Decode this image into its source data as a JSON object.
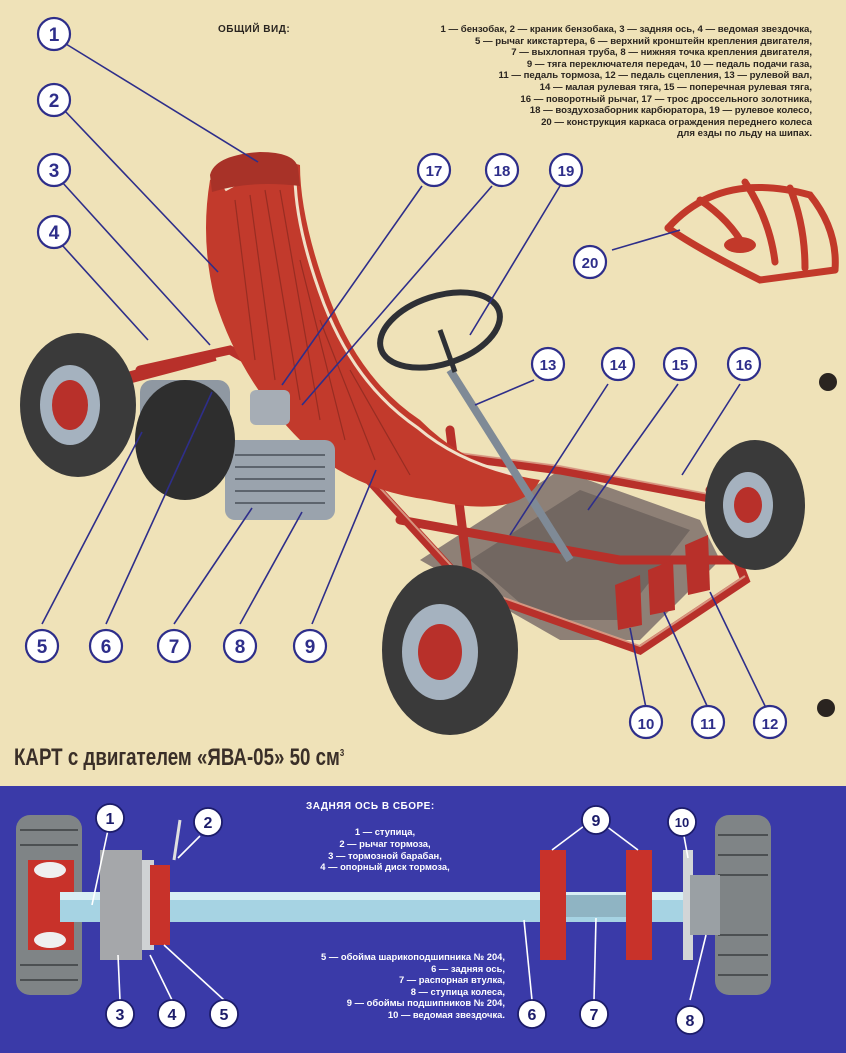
{
  "header": {
    "title": "ОБЩИЙ ВИД:",
    "legend_lines": [
      "1 — бензобак, 2 — краник бензобака, 3 — задняя ось, 4 — ведомая звездочка,",
      "5 — рычаг кикстартера, 6 — верхний кронштейн крепления двигателя,",
      "7 — выхлопная труба, 8 — нижняя точка крепления двигателя,",
      "9 — тяга переключателя передач, 10 — педаль подачи газа,",
      "11 — педаль тормоза, 12 — педаль сцепления, 13 — рулевой вал,",
      "14 — малая рулевая тяга, 15 — поперечная рулевая тяга,",
      "16 — поворотный рычаг, 17 — трос дроссельного золотника,",
      "18 — воздухозаборник карбюратора, 19 — рулевое колесо,",
      "20 — конструкция каркаса ограждения переднего колеса",
      "для езды по льду на шипах."
    ]
  },
  "kart_callouts": [
    "1",
    "2",
    "3",
    "4",
    "5",
    "6",
    "7",
    "8",
    "9",
    "10",
    "11",
    "12",
    "13",
    "14",
    "15",
    "16",
    "17",
    "18",
    "19",
    "20"
  ],
  "caption": {
    "text": "КАРТ с двигателем «ЯВА-05» 50 см",
    "superscript": "3"
  },
  "axle": {
    "title": "ЗАДНЯЯ ОСЬ В СБОРЕ:",
    "legend_top": [
      "1 — ступица,",
      "2 — рычаг тормоза,",
      "3 — тормозной барабан,",
      "4 — опорный диск тормоза,"
    ],
    "legend_bottom": [
      "5 — обойма шарикоподшипника № 204,",
      "6 — задняя ось,",
      "7 — распорная втулка,",
      "8 — ступица колеса,",
      "9 — обоймы подшипников № 204,",
      "10 — ведомая звездочка."
    ],
    "callouts": [
      "1",
      "2",
      "3",
      "4",
      "5",
      "6",
      "7",
      "8",
      "9",
      "10"
    ]
  },
  "colors": {
    "background": "#efe2b8",
    "frame_red": "#c2392a",
    "callout_blue": "#2e2e8a",
    "panel_blue": "#3a3aa8",
    "tire": "#3a3a3a"
  }
}
